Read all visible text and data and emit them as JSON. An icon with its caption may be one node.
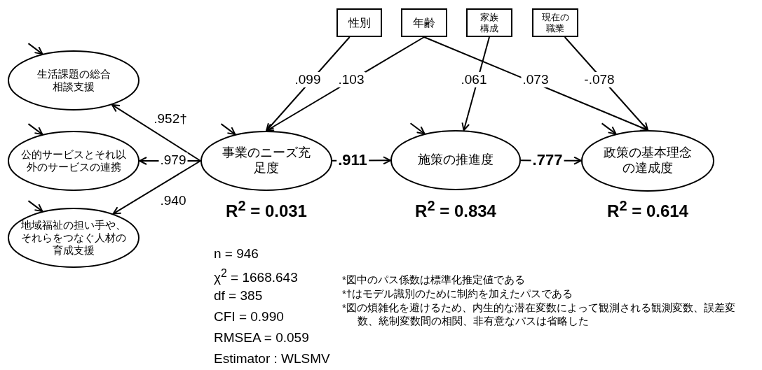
{
  "diagram": {
    "nodes": [
      {
        "text": [
          "性別"
        ]
      },
      {
        "text": [
          "年齢"
        ]
      },
      {
        "text": [
          "家族構成"
        ]
      },
      {
        "text": [
          "現在の職業"
        ]
      },
      {
        "text": [
          "生活課題の総合相談支援"
        ]
      },
      {
        "text": [
          "公的サービスとそれ以外のサービスの連携"
        ]
      },
      {
        "text": [
          "地域福祉の担い手や、それらをつなぐ人材の育成支援"
        ]
      },
      {
        "text": [
          "事業のニーズ充足度"
        ],
        "beside": [
          "R$^{2}$ = 0.031"
        ]
      },
      {
        "text": [
          "施策の推進度"
        ],
        "beside": [
          "R$^{2}$ = 0.834"
        ]
      },
      {
        "text": [
          "政策の基本理念の達成度"
        ],
        "beside": [
          "R$^{2}$ = 0.614"
        ]
      }
    ],
    "edges": [
      {
        "from": 7,
        "to": 4,
        "arrow": "to",
        "label": ".952†"
      },
      {
        "from": 7,
        "to": 5,
        "arrow": "to",
        "label": ".979"
      },
      {
        "from": 7,
        "to": 6,
        "arrow": "to",
        "label": ".940"
      },
      {
        "from": 0,
        "to": 7,
        "arrow": "to",
        "label": ".099"
      },
      {
        "from": 1,
        "to": 7,
        "arrow": "to",
        "label": ".103"
      },
      {
        "from": 2,
        "to": 8,
        "arrow": "to",
        "label": ".061"
      },
      {
        "from": 1,
        "to": 9,
        "arrow": "to",
        "label": ".073"
      },
      {
        "from": 3,
        "to": 9,
        "arrow": "to",
        "label": "-.078"
      },
      {
        "from": 7,
        "to": 8,
        "arrow": "to",
        "label": ".911"
      },
      {
        "from": 8,
        "to": 9,
        "arrow": "to",
        "label": ".777"
      },
      {
        "from": null,
        "to": 4,
        "arrow": "to"
      },
      {
        "from": null,
        "to": 5,
        "arrow": "to"
      },
      {
        "from": null,
        "to": 6,
        "arrow": "to"
      },
      {
        "from": null,
        "to": 7,
        "arrow": "to"
      },
      {
        "from": null,
        "to": 8,
        "arrow": "to"
      },
      {
        "from": null,
        "to": 9,
        "arrow": "to"
      }
    ],
    "labels": [
      "n = 946",
      "χ$^{2}$ = 1668.643",
      "df = 385",
      "CFI = 0.990",
      "RMSEA = 0.059",
      "Estimator : WLSMV",
      "*図中のパス係数は標準化推定値である",
      "*†はモデル識別のために制約を加えたパスである",
      "*図の煩雑化を避けるため、内生的な潜在変数によって観測される観測変数、誤差変数、統制変数間の相関、非有意なパスは省略した"
    ]
  }
}
